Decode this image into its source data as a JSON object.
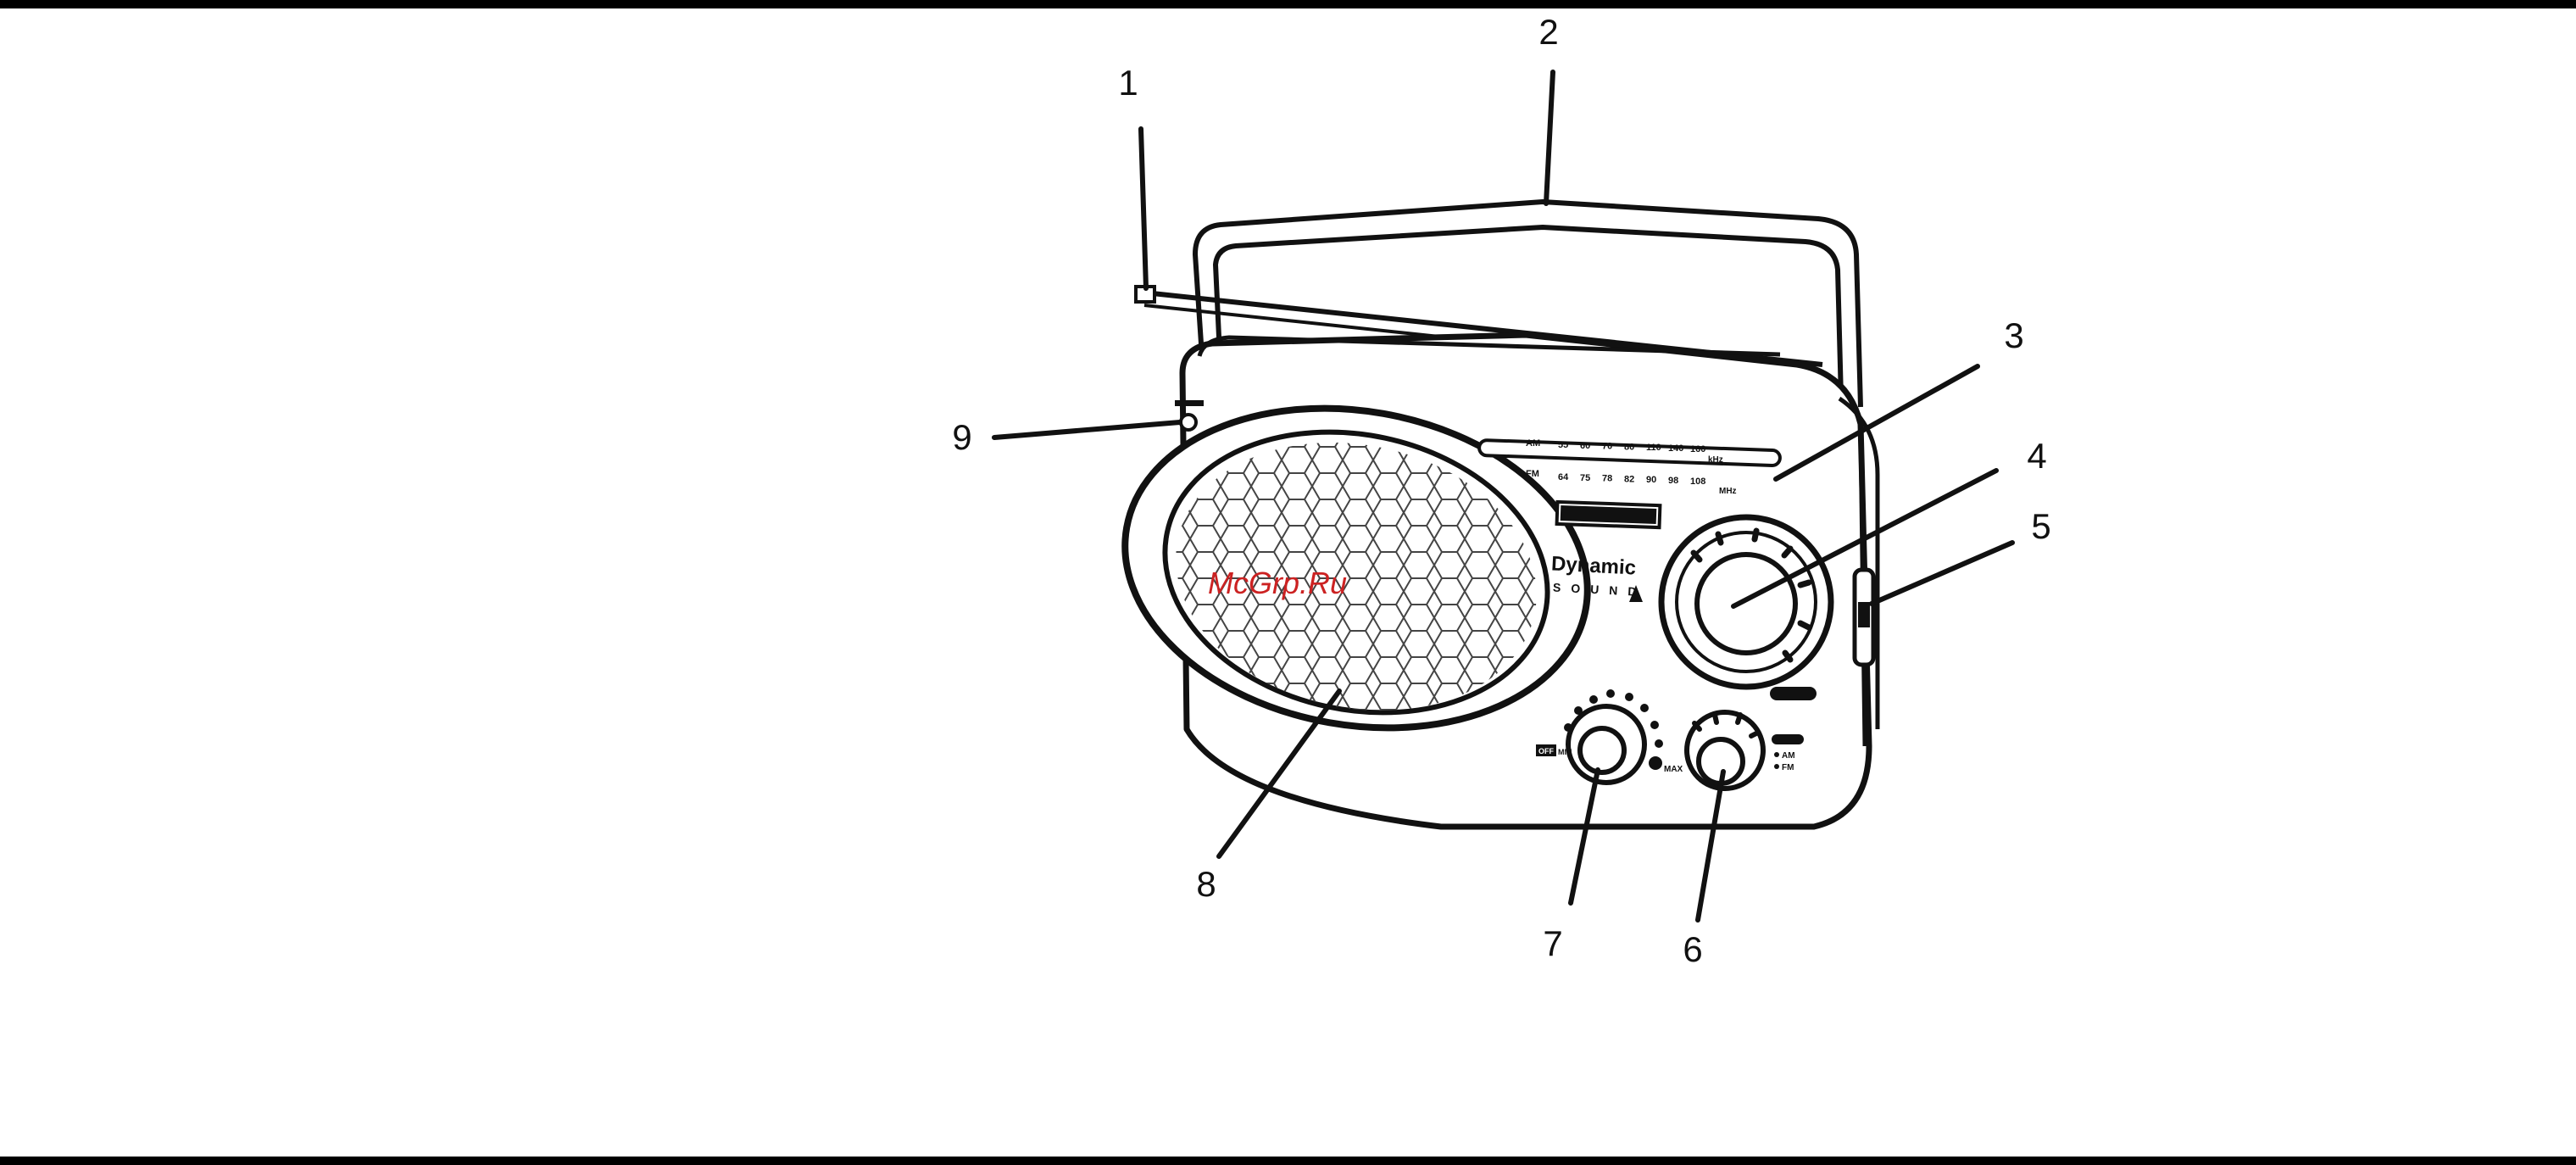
{
  "figure": {
    "callouts": [
      {
        "id": "1",
        "label": "1"
      },
      {
        "id": "2",
        "label": "2"
      },
      {
        "id": "3",
        "label": "3"
      },
      {
        "id": "4",
        "label": "4"
      },
      {
        "id": "5",
        "label": "5"
      },
      {
        "id": "6",
        "label": "6"
      },
      {
        "id": "7",
        "label": "7"
      },
      {
        "id": "8",
        "label": "8"
      },
      {
        "id": "9",
        "label": "9"
      }
    ],
    "dial_scale": {
      "am_label": "AM",
      "fm_label": "FM",
      "am_ticks": [
        "55",
        "60",
        "70",
        "80",
        "110",
        "140",
        "160"
      ],
      "am_unit": "kHz",
      "fm_ticks": [
        "64",
        "75",
        "78",
        "82",
        "90",
        "98",
        "108"
      ],
      "fm_unit": "MHz"
    },
    "brand_text": "Dynamic",
    "sub_brand_text": "SOUND",
    "volume_labels": {
      "off": "OFF",
      "min": "MIN",
      "max": "MAX"
    },
    "band_labels": {
      "am": "AM",
      "fm": "FM"
    },
    "watermark": "McGrp.Ru",
    "colors": {
      "line": "#111111",
      "watermark": "#cc2222",
      "background": "#ffffff"
    }
  }
}
